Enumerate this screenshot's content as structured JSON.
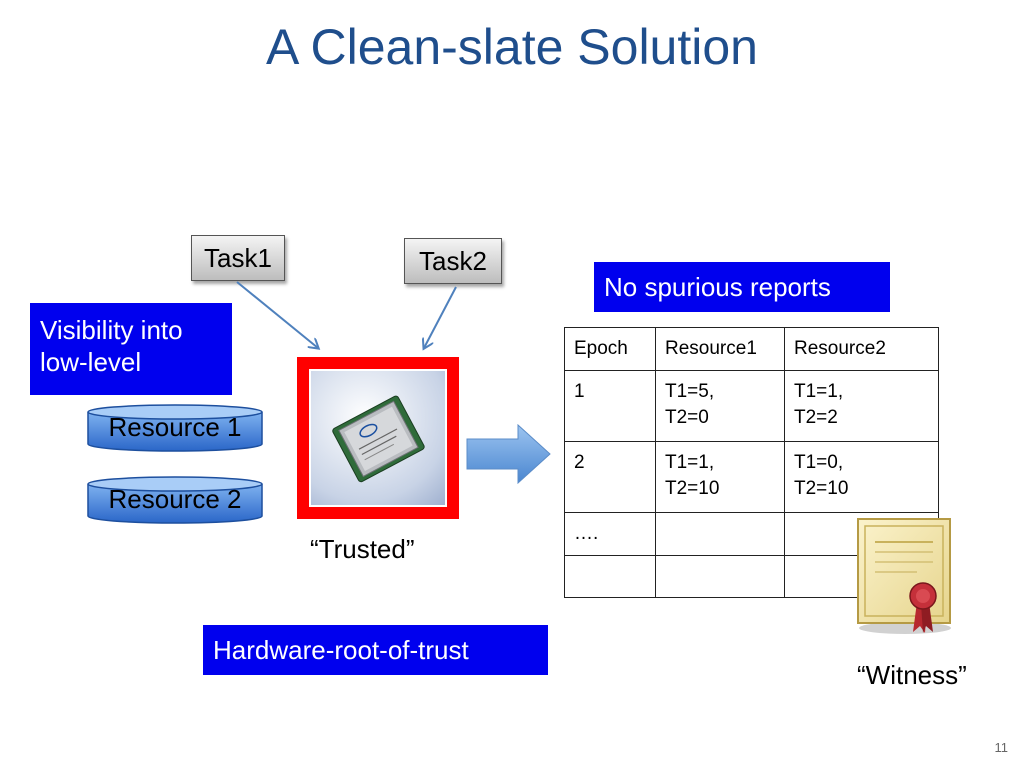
{
  "slide": {
    "title": "A Clean-slate Solution",
    "page_number": "11"
  },
  "tasks": [
    {
      "label": "Task1"
    },
    {
      "label": "Task2"
    }
  ],
  "callouts": {
    "visibility": [
      "Visibility into",
      "low-level"
    ],
    "no_spurious": "No spurious reports",
    "hardware_root": "Hardware-root-of-trust"
  },
  "resources": [
    {
      "label": "Resource 1"
    },
    {
      "label": "Resource 2"
    }
  ],
  "chip": {
    "caption": "“Trusted”",
    "frame_color": "#ff0000",
    "icon": "cpu-chip-icon"
  },
  "witness": {
    "caption": "“Witness”",
    "icon": "certificate-icon"
  },
  "table": {
    "headers": [
      "Epoch",
      "Resource1",
      "Resource2"
    ],
    "rows": [
      [
        [
          "1"
        ],
        [
          "T1=5,",
          "T2=0"
        ],
        [
          "T1=1,",
          "T2=2"
        ]
      ],
      [
        [
          "2"
        ],
        [
          "T1=1,",
          "T2=10"
        ],
        [
          "T1=0,",
          "T2=10"
        ]
      ],
      [
        [
          "…."
        ],
        [
          ""
        ],
        [
          ""
        ]
      ],
      [
        [
          ""
        ],
        [
          ""
        ],
        [
          ""
        ]
      ]
    ]
  },
  "colors": {
    "title": "#1f4e8c",
    "callout_bg": "#0000ee",
    "resource_fill": "#3f7fdc",
    "arrow_fill": "#6fa5e0"
  }
}
